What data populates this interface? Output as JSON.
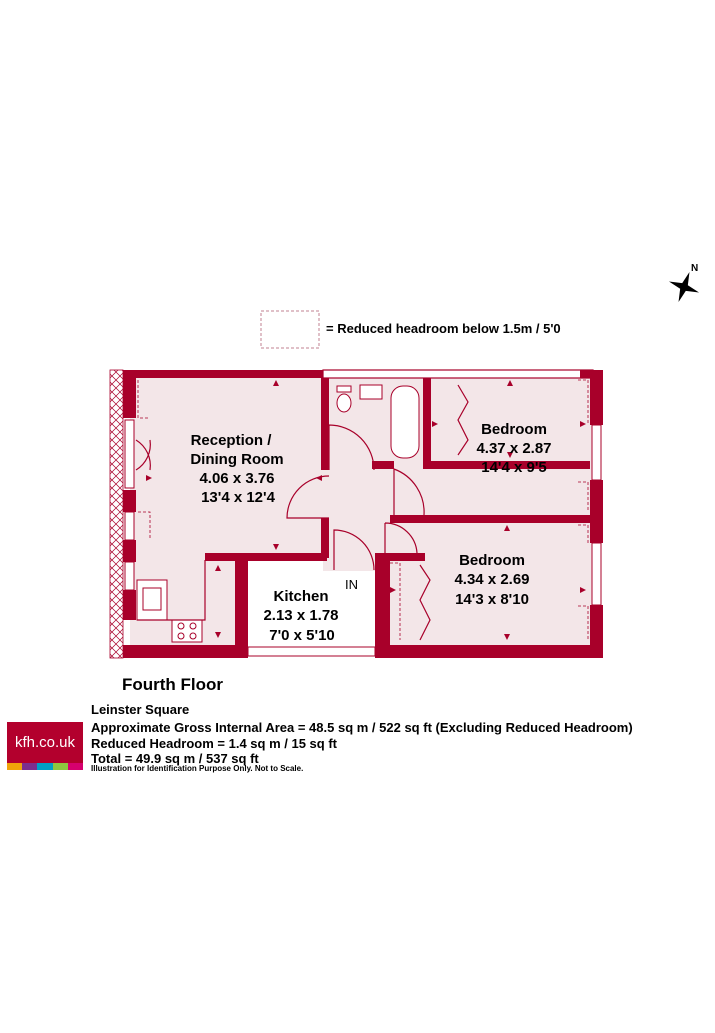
{
  "legend": {
    "text": "= Reduced headroom below 1.5m / 5'0"
  },
  "compass": {
    "label": "N",
    "icon": "north-compass-icon"
  },
  "rooms": {
    "reception": {
      "name_line1": "Reception /",
      "name_line2": "Dining Room",
      "metric": "4.06 x 3.76",
      "imperial": "13'4 x 12'4"
    },
    "bedroom1": {
      "name": "Bedroom",
      "metric": "4.37 x 2.87",
      "imperial": "14'4 x 9'5"
    },
    "bedroom2": {
      "name": "Bedroom",
      "metric": "4.34 x 2.69",
      "imperial": "14'3 x 8'10"
    },
    "kitchen": {
      "name": "Kitchen",
      "metric": "2.13 x 1.78",
      "imperial": "7'0 x 5'10"
    }
  },
  "entrance": {
    "label": "IN"
  },
  "floor_title": "Fourth Floor",
  "address": "Leinster Square",
  "areas": {
    "gia": "Approximate Gross Internal Area = 48.5 sq m / 522 sq ft (Excluding Reduced Headroom)",
    "reduced": "Reduced Headroom = 1.4 sq m / 15 sq ft",
    "total": "Total = 49.9 sq m / 537 sq ft"
  },
  "disclaimer": "Illustration for Identification Purpose Only. Not to Scale.",
  "logo": {
    "text": "kfh.co.uk",
    "bar_colors": [
      "#f0a30a",
      "#7b2f8e",
      "#00a0c6",
      "#8dc63f",
      "#d6006e"
    ]
  },
  "colors": {
    "wall": "#a8002a",
    "floor": "#f3e6e8"
  }
}
